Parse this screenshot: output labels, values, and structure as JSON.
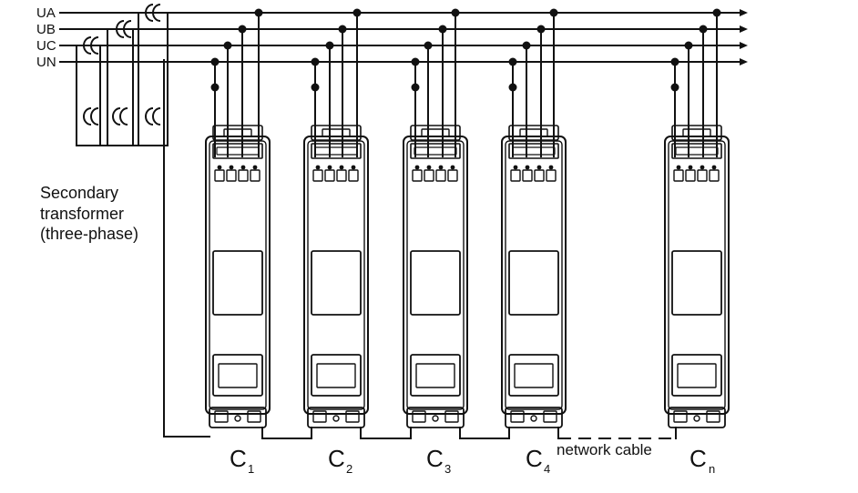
{
  "buses": [
    {
      "label": "UA"
    },
    {
      "label": "UB"
    },
    {
      "label": "UC"
    },
    {
      "label": "UN"
    }
  ],
  "transformer_note": {
    "lines": [
      "Secondary",
      "transformer",
      "(three-phase)"
    ]
  },
  "devices": [
    {
      "letter": "C",
      "sub": "1"
    },
    {
      "letter": "C",
      "sub": "2"
    },
    {
      "letter": "C",
      "sub": "3"
    },
    {
      "letter": "C",
      "sub": "4"
    },
    {
      "letter": "C",
      "sub": "n"
    }
  ],
  "network_cable_label": "network cable",
  "colors": {
    "line": "#111111",
    "background": "#ffffff"
  }
}
